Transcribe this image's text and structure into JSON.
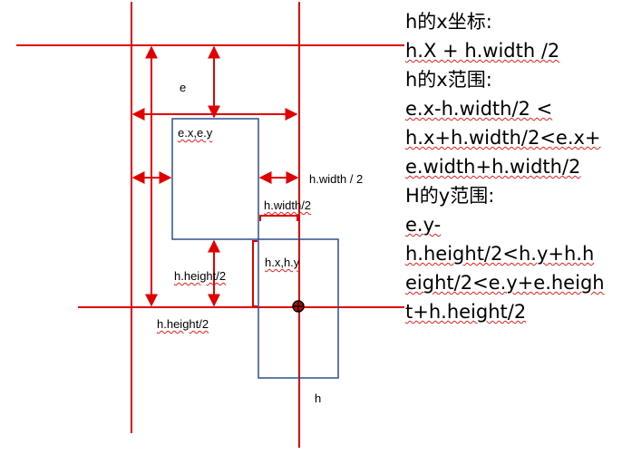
{
  "labels": {
    "e": "e",
    "e_xy": "e.x,e.y",
    "h_width_half_right": "h.width / 2",
    "h_width_half": "h.width/2",
    "h_xy": "h.x,h.y",
    "h_height_half_mid": "h.height/2",
    "h_height_half_bottom": "h.height/2",
    "h": "h"
  },
  "notes": [
    "h的x坐标:",
    "h.X + h.width /2",
    "h的x范围:",
    "e.x-h.width/2 <",
    "h.x+h.width/2<e.x+",
    "e.width+h.width/2",
    "H的y范围:",
    "e.y-",
    "h.height/2<h.y+h.h",
    "eight/2<e.y+e.heigh",
    "t+h.height/2"
  ],
  "colors": {
    "guide_line": "#e00000",
    "box_border": "#2f4f8f",
    "text": "#000000",
    "spellcheck_underline": "#e02020"
  }
}
